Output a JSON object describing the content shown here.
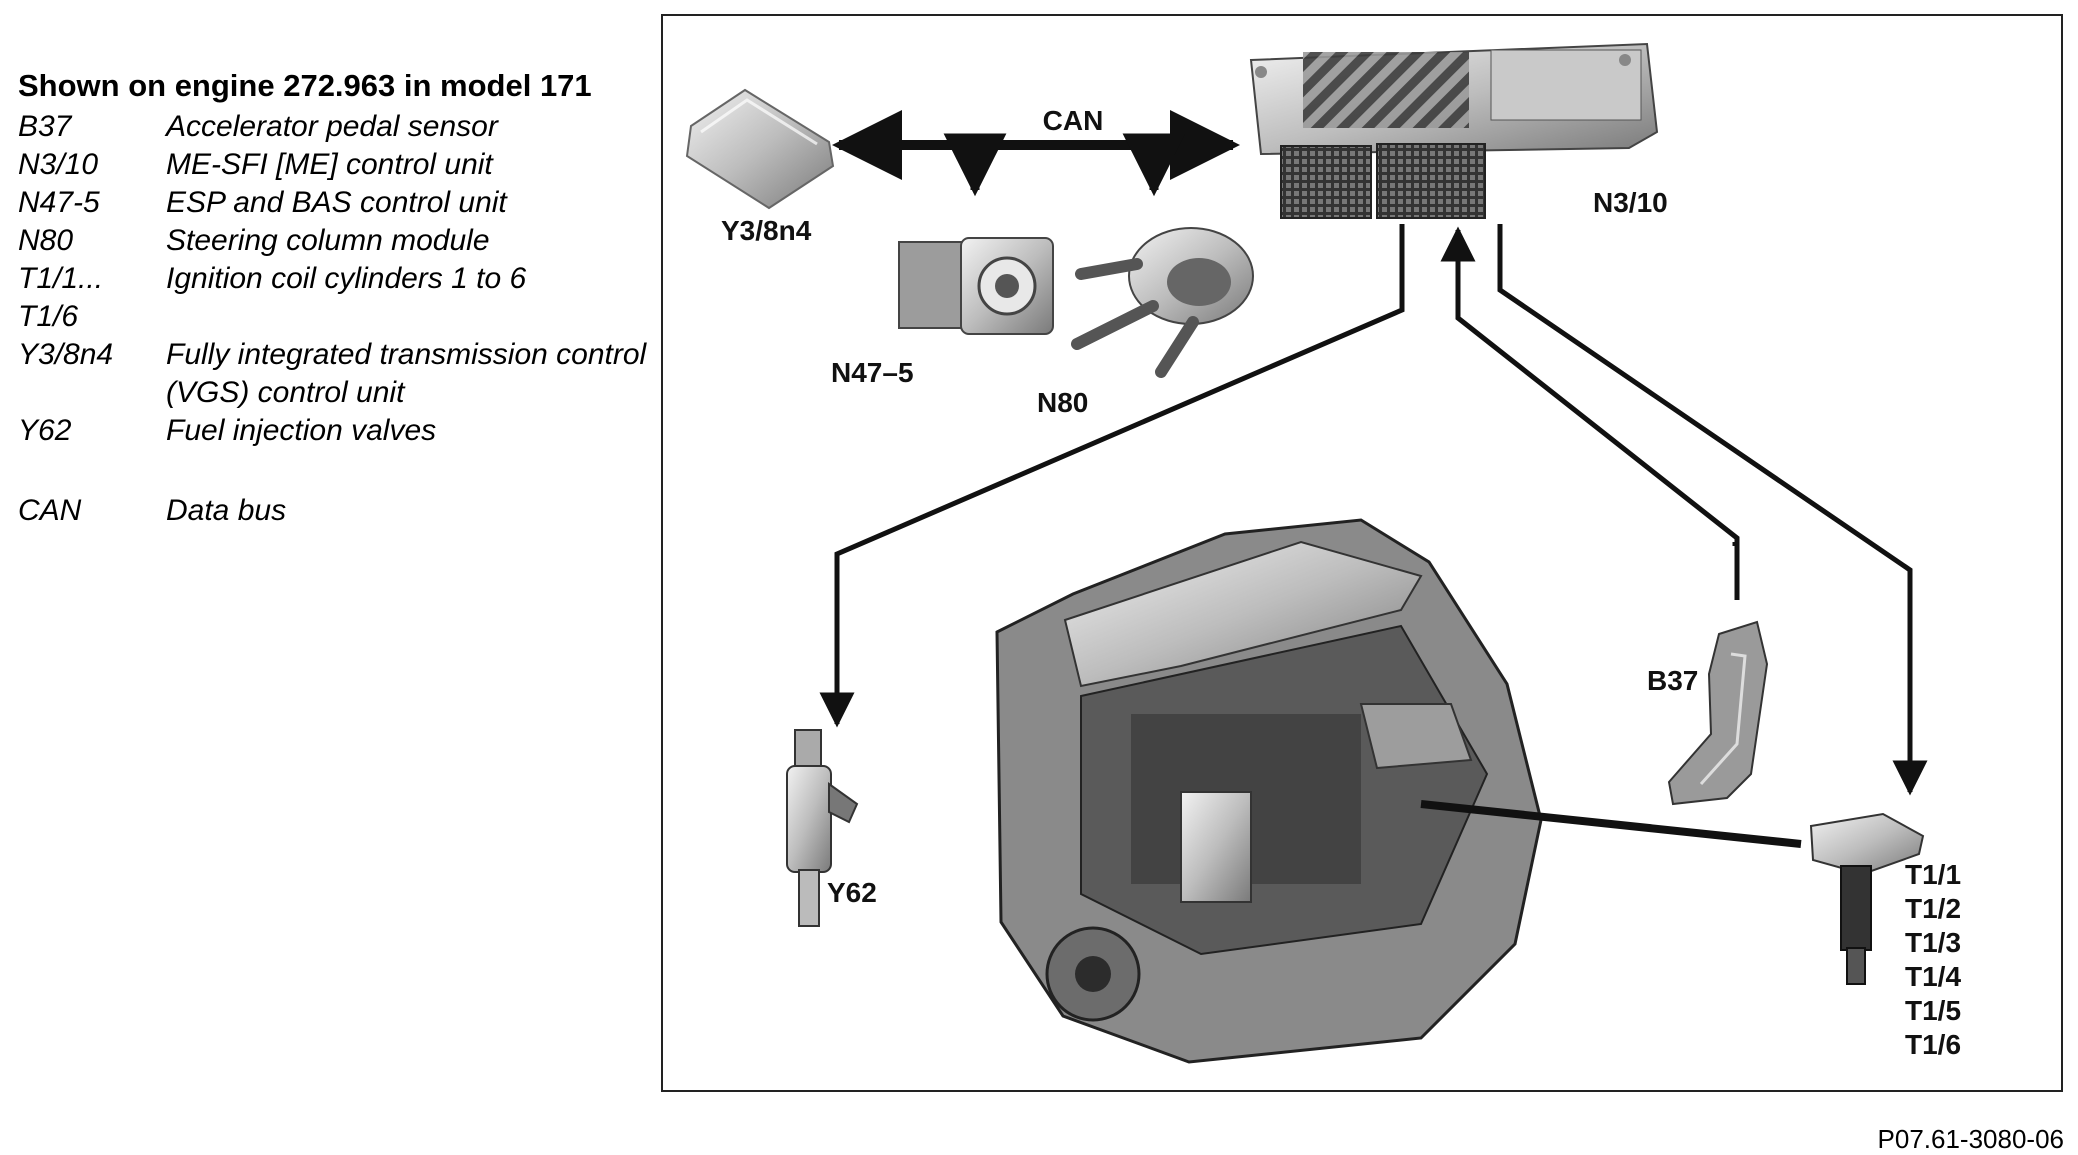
{
  "legend": {
    "title": "Shown on engine 272.963 in model 171",
    "items": [
      {
        "code": "B37",
        "desc": "Accelerator pedal sensor"
      },
      {
        "code": "N3/10",
        "desc": "ME-SFI [ME] control unit"
      },
      {
        "code": "N47-5",
        "desc": "ESP and BAS control unit"
      },
      {
        "code": "N80",
        "desc": "Steering column module"
      },
      {
        "code": "T1/1...\nT1/6",
        "desc": "Ignition coil cylinders 1 to 6"
      },
      {
        "code": "Y3/8n4",
        "desc": "Fully integrated transmission control (VGS) control unit"
      },
      {
        "code": "Y62",
        "desc": "Fuel injection valves"
      }
    ],
    "bus": {
      "code": "CAN",
      "desc": "Data bus"
    }
  },
  "diagram": {
    "can_label": "CAN",
    "labels": {
      "ecu": "N3/10",
      "tcu": "Y3/8n4",
      "esp": "N47–5",
      "steering": "N80",
      "injector": "Y62",
      "pedal": "B37",
      "coils": [
        "T1/1",
        "T1/2",
        "T1/3",
        "T1/4",
        "T1/5",
        "T1/6"
      ]
    }
  },
  "figure_id": "P07.61-3080-06"
}
